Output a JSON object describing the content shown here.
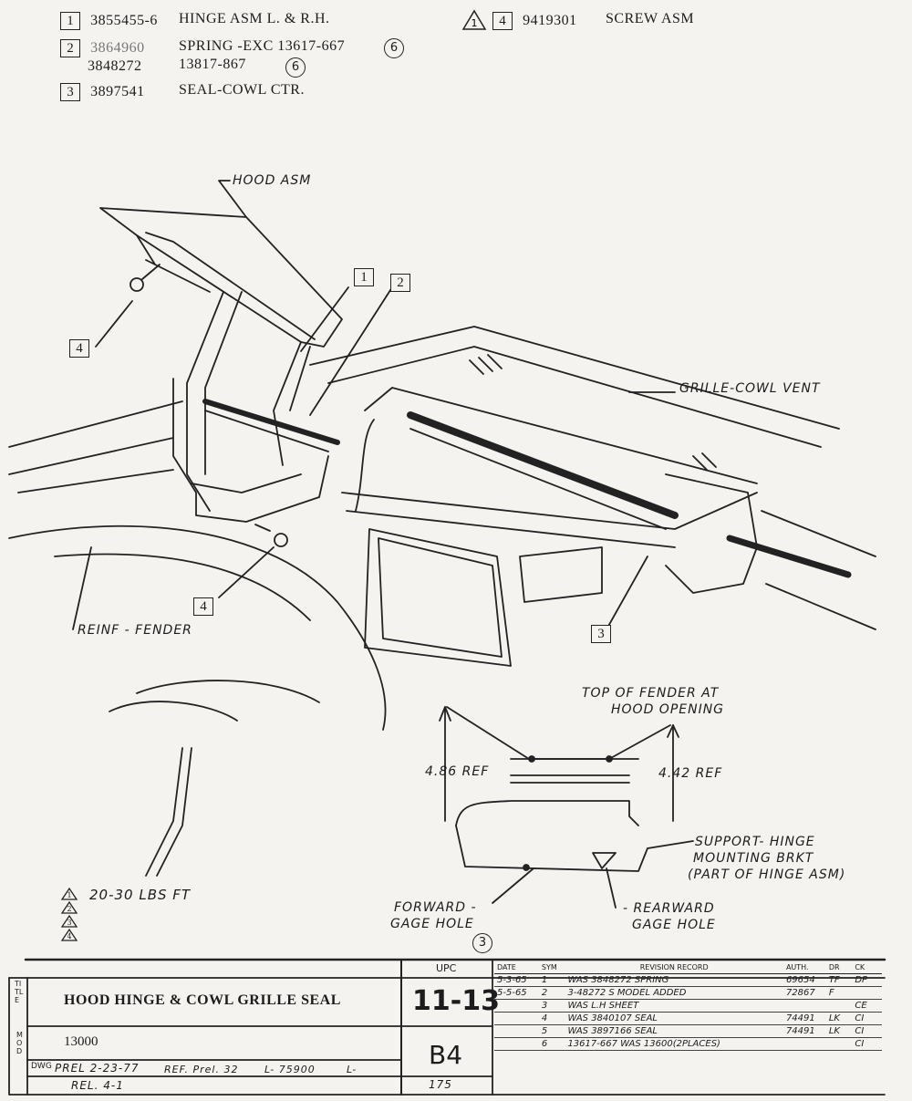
{
  "parts": [
    {
      "item": "1",
      "part": "3855455-6",
      "desc": "HINGE ASM L. & R.H.",
      "note": ""
    },
    {
      "item": "2",
      "part": "3864960",
      "part2": "3848272",
      "desc": "SPRING -EXC  13617-667",
      "desc2": "13817-867",
      "note": "6"
    },
    {
      "item": "3",
      "part": "3897541",
      "desc": "SEAL-COWL CTR.",
      "note": ""
    },
    {
      "item": "4",
      "part": "9419301",
      "desc": "SCREW ASM",
      "note": "1"
    }
  ],
  "labels": {
    "hood_asm": "HOOD ASM",
    "grille_cowl_vent": "GRILLE-COWL VENT",
    "reinf_fender": "REINF - FENDER",
    "top_of_fender": "TOP OF FENDER AT",
    "hood_opening": "HOOD OPENING",
    "ref_left": "4.86 REF",
    "ref_right": "4.42 REF",
    "support_hinge_1": "SUPPORT- HINGE",
    "support_hinge_2": "MOUNTING BRKT",
    "support_hinge_3": "(PART OF HINGE ASM)",
    "forward_1": "FORWARD -",
    "forward_2": "GAGE HOLE",
    "rearward_1": "- REARWARD",
    "rearward_2": "GAGE HOLE",
    "forward_note": "3",
    "torque_note": "20-30 LBS FT",
    "torque_marks": [
      "1",
      "2",
      "3",
      "4"
    ],
    "callout_1": "1",
    "callout_2": "2",
    "callout_3": "3",
    "callout_4a": "4",
    "callout_4b": "4"
  },
  "title_block": {
    "title_label": "TITLE",
    "title": "HOOD HINGE & COWL GRILLE SEAL",
    "mod_label": "MOD",
    "mod": "13000",
    "upc_label": "UPC",
    "upc": "11-13",
    "group": "B4",
    "dwg_label": "DWG",
    "dwg": "PREL 2-23-77",
    "rel": "REL. 4-1",
    "ref": "REF. Prel. 32",
    "l_code": "L- 75900",
    "l2": "L-",
    "sheet": "175",
    "rev_headers": [
      "DATE",
      "SYM",
      "REVISION RECORD",
      "AUTH.",
      "DR",
      "CK"
    ],
    "revisions": [
      {
        "date": "5-3-65",
        "sym": "1",
        "text": "WAS 3848272 SPRING",
        "auth": "69654",
        "dr": "TF",
        "ck": "DP"
      },
      {
        "date": "5-5-65",
        "sym": "2",
        "text": "3-48272 S MODEL ADDED",
        "auth": "72867",
        "dr": "F",
        "ck": ""
      },
      {
        "date": "",
        "sym": "3",
        "text": "WAS L.H SHEET",
        "auth": "",
        "dr": "",
        "ck": "CE"
      },
      {
        "date": "",
        "sym": "4",
        "text": "WAS 3840107 SEAL",
        "auth": "74491",
        "dr": "LK",
        "ck": "CI"
      },
      {
        "date": "",
        "sym": "5",
        "text": "WAS 3897166 SEAL",
        "auth": "74491",
        "dr": "LK",
        "ck": "CI"
      },
      {
        "date": "",
        "sym": "6",
        "text": "13617-667 WAS 13600(2PLACES)",
        "auth": "",
        "dr": "",
        "ck": "CI"
      }
    ]
  }
}
